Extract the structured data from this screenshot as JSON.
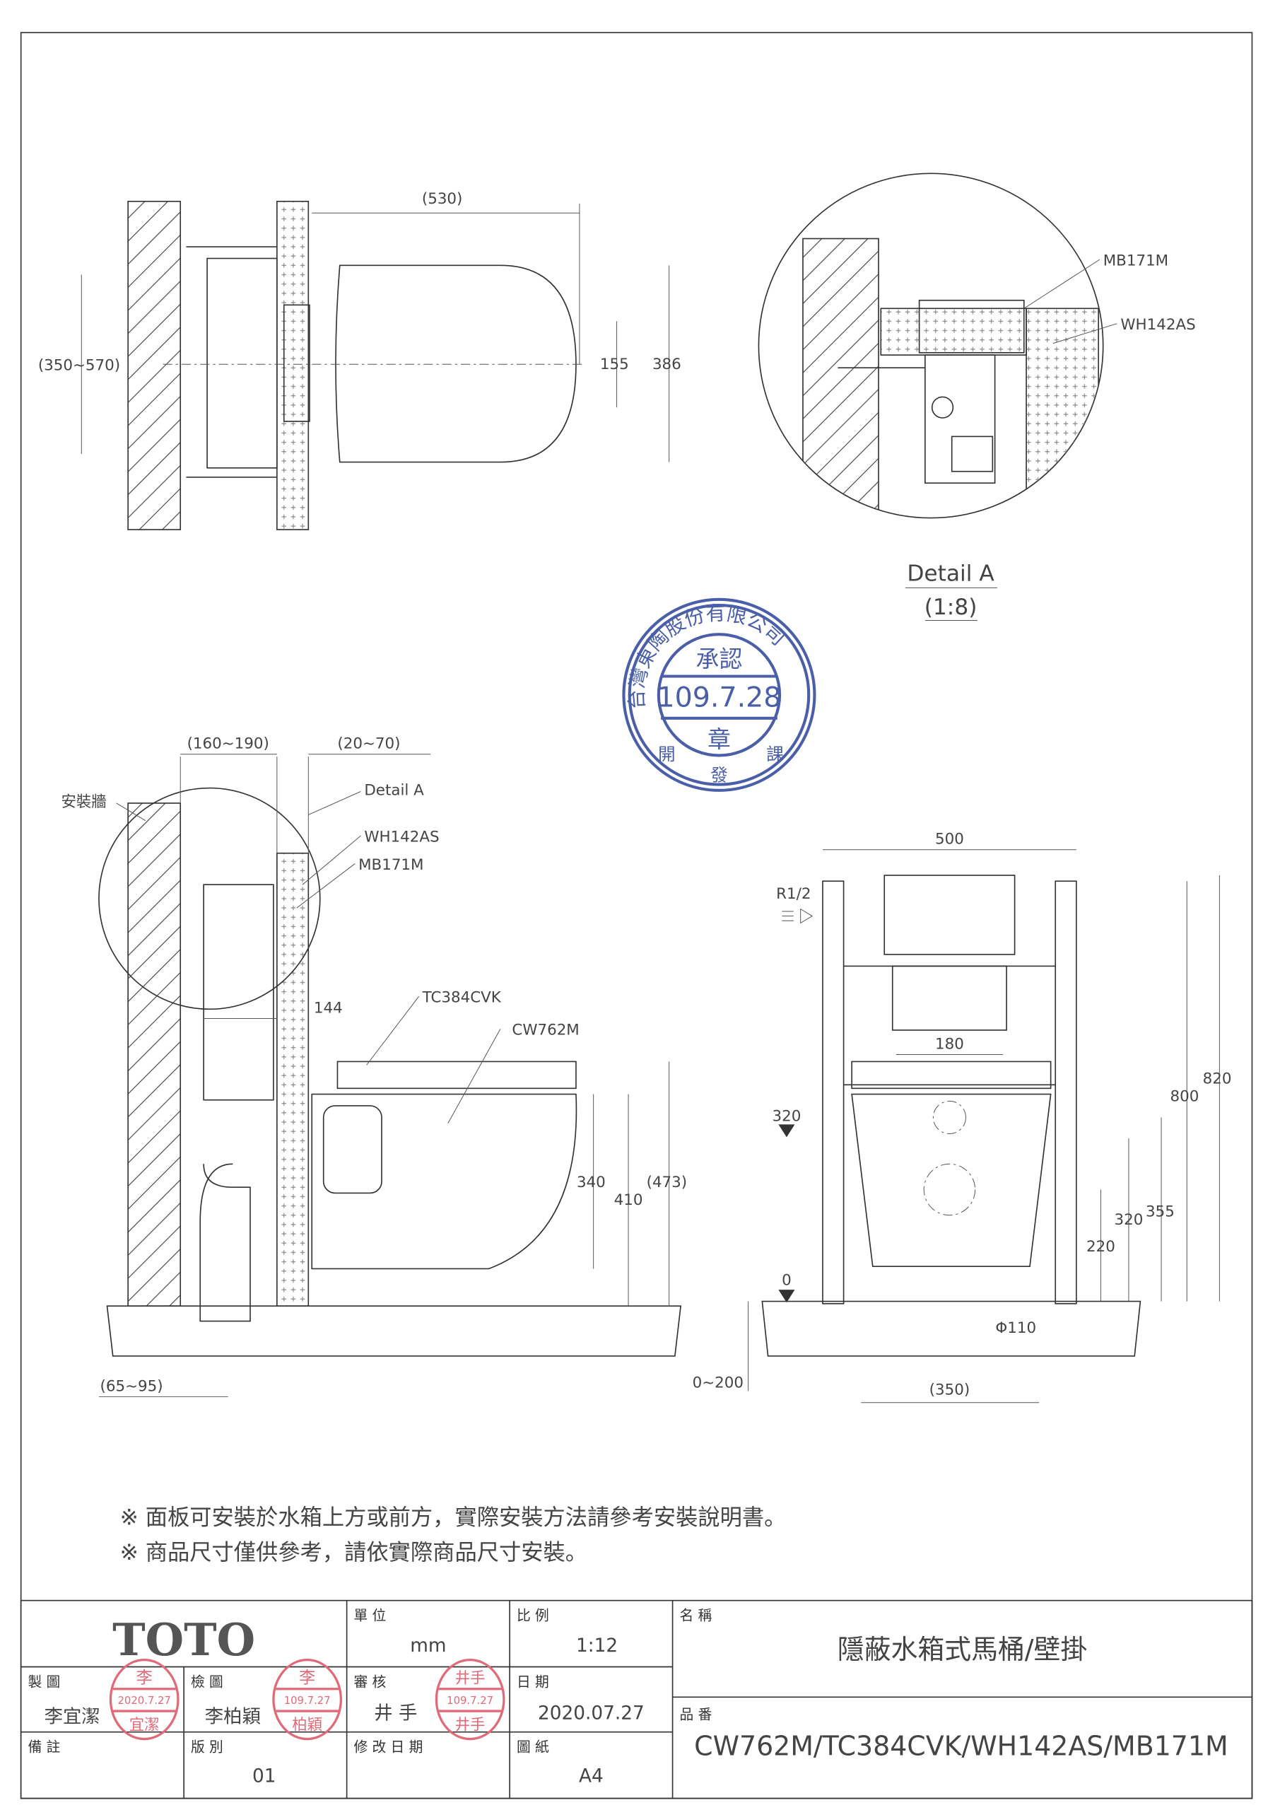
{
  "top_view": {
    "dim_width": "(530)",
    "dim_bolt_range": "(350~570)",
    "dim_155": "155",
    "dim_386": "386"
  },
  "detail_a": {
    "label_mb": "MB171M",
    "label_wh": "WH142AS",
    "title": "Detail A",
    "scale": "(1:8)"
  },
  "approval_stamp": {
    "company": "台灣東陶股份有限公司",
    "approved": "承認",
    "date": "109.7.28",
    "seal": "章",
    "dept_left": "開",
    "dept_mid": "發",
    "dept_right": "課"
  },
  "side_view": {
    "dim_160_190": "(160~190)",
    "dim_20_70": "(20~70)",
    "wall_label": "安裝牆",
    "detail_a_label": "Detail A",
    "wh_label": "WH142AS",
    "mb_label": "MB171M",
    "dim_144": "144",
    "seat_label": "TC384CVK",
    "bowl_label": "CW762M",
    "dim_340": "340",
    "dim_410": "410",
    "dim_473": "(473)",
    "dim_65_95": "(65~95)"
  },
  "front_view": {
    "dim_500": "500",
    "r12": "R1/2",
    "dim_180": "180",
    "level_320": "320",
    "dim_800": "800",
    "dim_820": "820",
    "dim_355": "355",
    "dim_320": "320",
    "dim_220": "220",
    "level_0": "0",
    "phi110": "Φ110",
    "dim_0_200": "0~200",
    "dim_350": "(350)"
  },
  "notes": [
    "※ 面板可安裝於水箱上方或前方，實際安裝方法請參考安裝說明書。",
    "※ 商品尺寸僅供參考，請依實際商品尺寸安裝。"
  ],
  "title_block": {
    "logo": "TOTO",
    "unit_label": "單 位",
    "unit_value": "mm",
    "scale_label": "比 例",
    "scale_value": "1:12",
    "name_label": "名 稱",
    "name_value": "隱蔽水箱式馬桶/壁掛",
    "drawn_label": "製 圖",
    "drawn_value": "李宜潔",
    "checked_label": "檢 圖",
    "checked_value": "李柏穎",
    "review_label": "審 核",
    "review_value": "井 手",
    "date_label": "日 期",
    "date_value": "2020.07.27",
    "part_label": "品 番",
    "part_value": "CW762M/TC384CVK/WH142AS/MB171M",
    "remark_label": "備 註",
    "version_label": "版 別",
    "version_value": "01",
    "revision_label": "修 改 日 期",
    "paper_label": "圖 紙",
    "paper_value": "A4",
    "stamps": [
      {
        "top": "李",
        "date": "2020.7.27",
        "bottom": "宜潔"
      },
      {
        "top": "李",
        "date": "109.7.27",
        "bottom": "柏穎"
      },
      {
        "top": "井手",
        "date": "109.7.27",
        "bottom": "井手"
      }
    ]
  }
}
